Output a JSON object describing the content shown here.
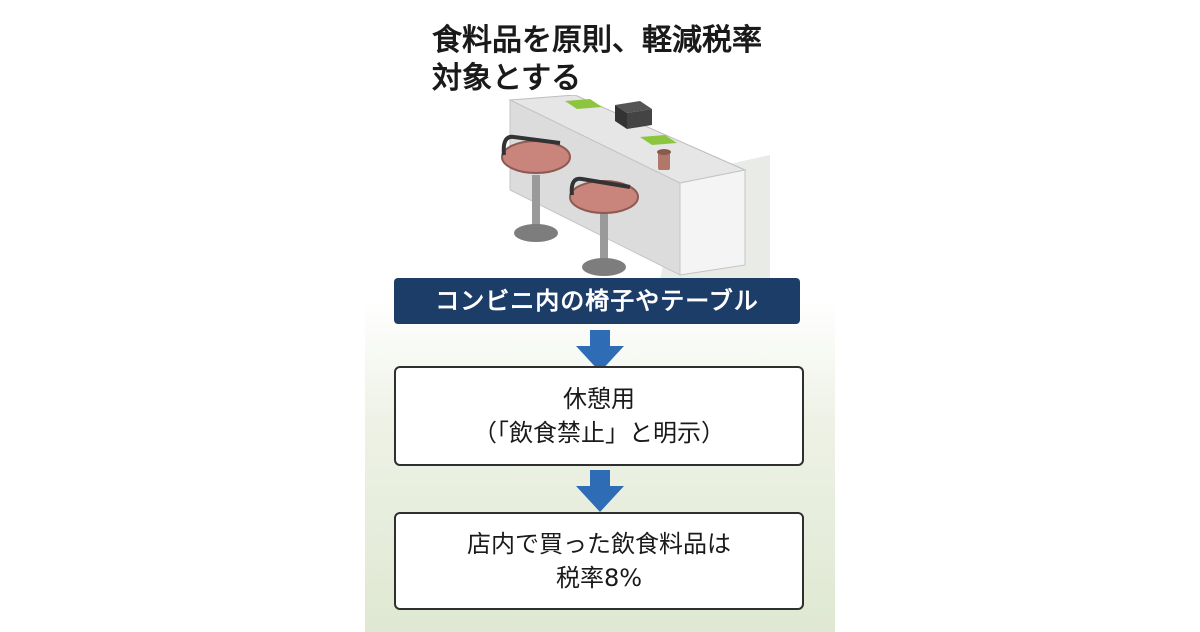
{
  "title": "食料品を原則、軽減税率\n対象とする",
  "label": "コンビニ内の椅子やテーブル",
  "step1": {
    "line1": "休憩用",
    "line2": "（「飲食禁止」と明示）"
  },
  "step2": {
    "line1": "店内で買った飲食料品は",
    "line2": "税率8%"
  },
  "colors": {
    "label_bg": "#1d3d69",
    "arrow": "#2e6db5",
    "stool_seat": "#c9847c",
    "counter_mat": "#8cc63f"
  }
}
